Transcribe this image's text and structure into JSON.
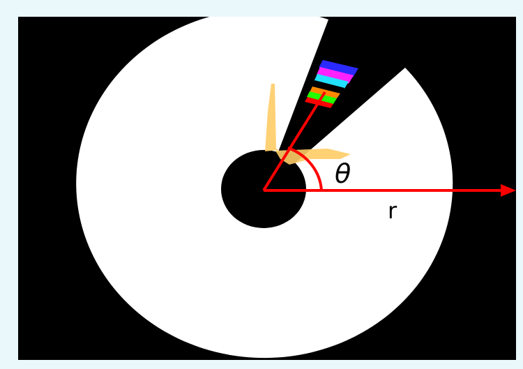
{
  "diagram": {
    "angle_label": "θ",
    "radius_label": "r"
  },
  "colors": {
    "frame_background": "#eaf8fb",
    "scene_background": "#000000",
    "disk": "#ffffff",
    "hub": "#000000",
    "axes": "#ff0000",
    "marker_shadow": "#ffcc66",
    "marker_bands": [
      "#2a2aff",
      "#ff22ff",
      "#22e0ff",
      "#000000",
      "#ff8800",
      "#22ff00",
      "#ff0000"
    ]
  },
  "icons": {
    "angle_arc": "arc",
    "radius_arrow": "arrow-right",
    "pointer": "color-banded-marker"
  }
}
